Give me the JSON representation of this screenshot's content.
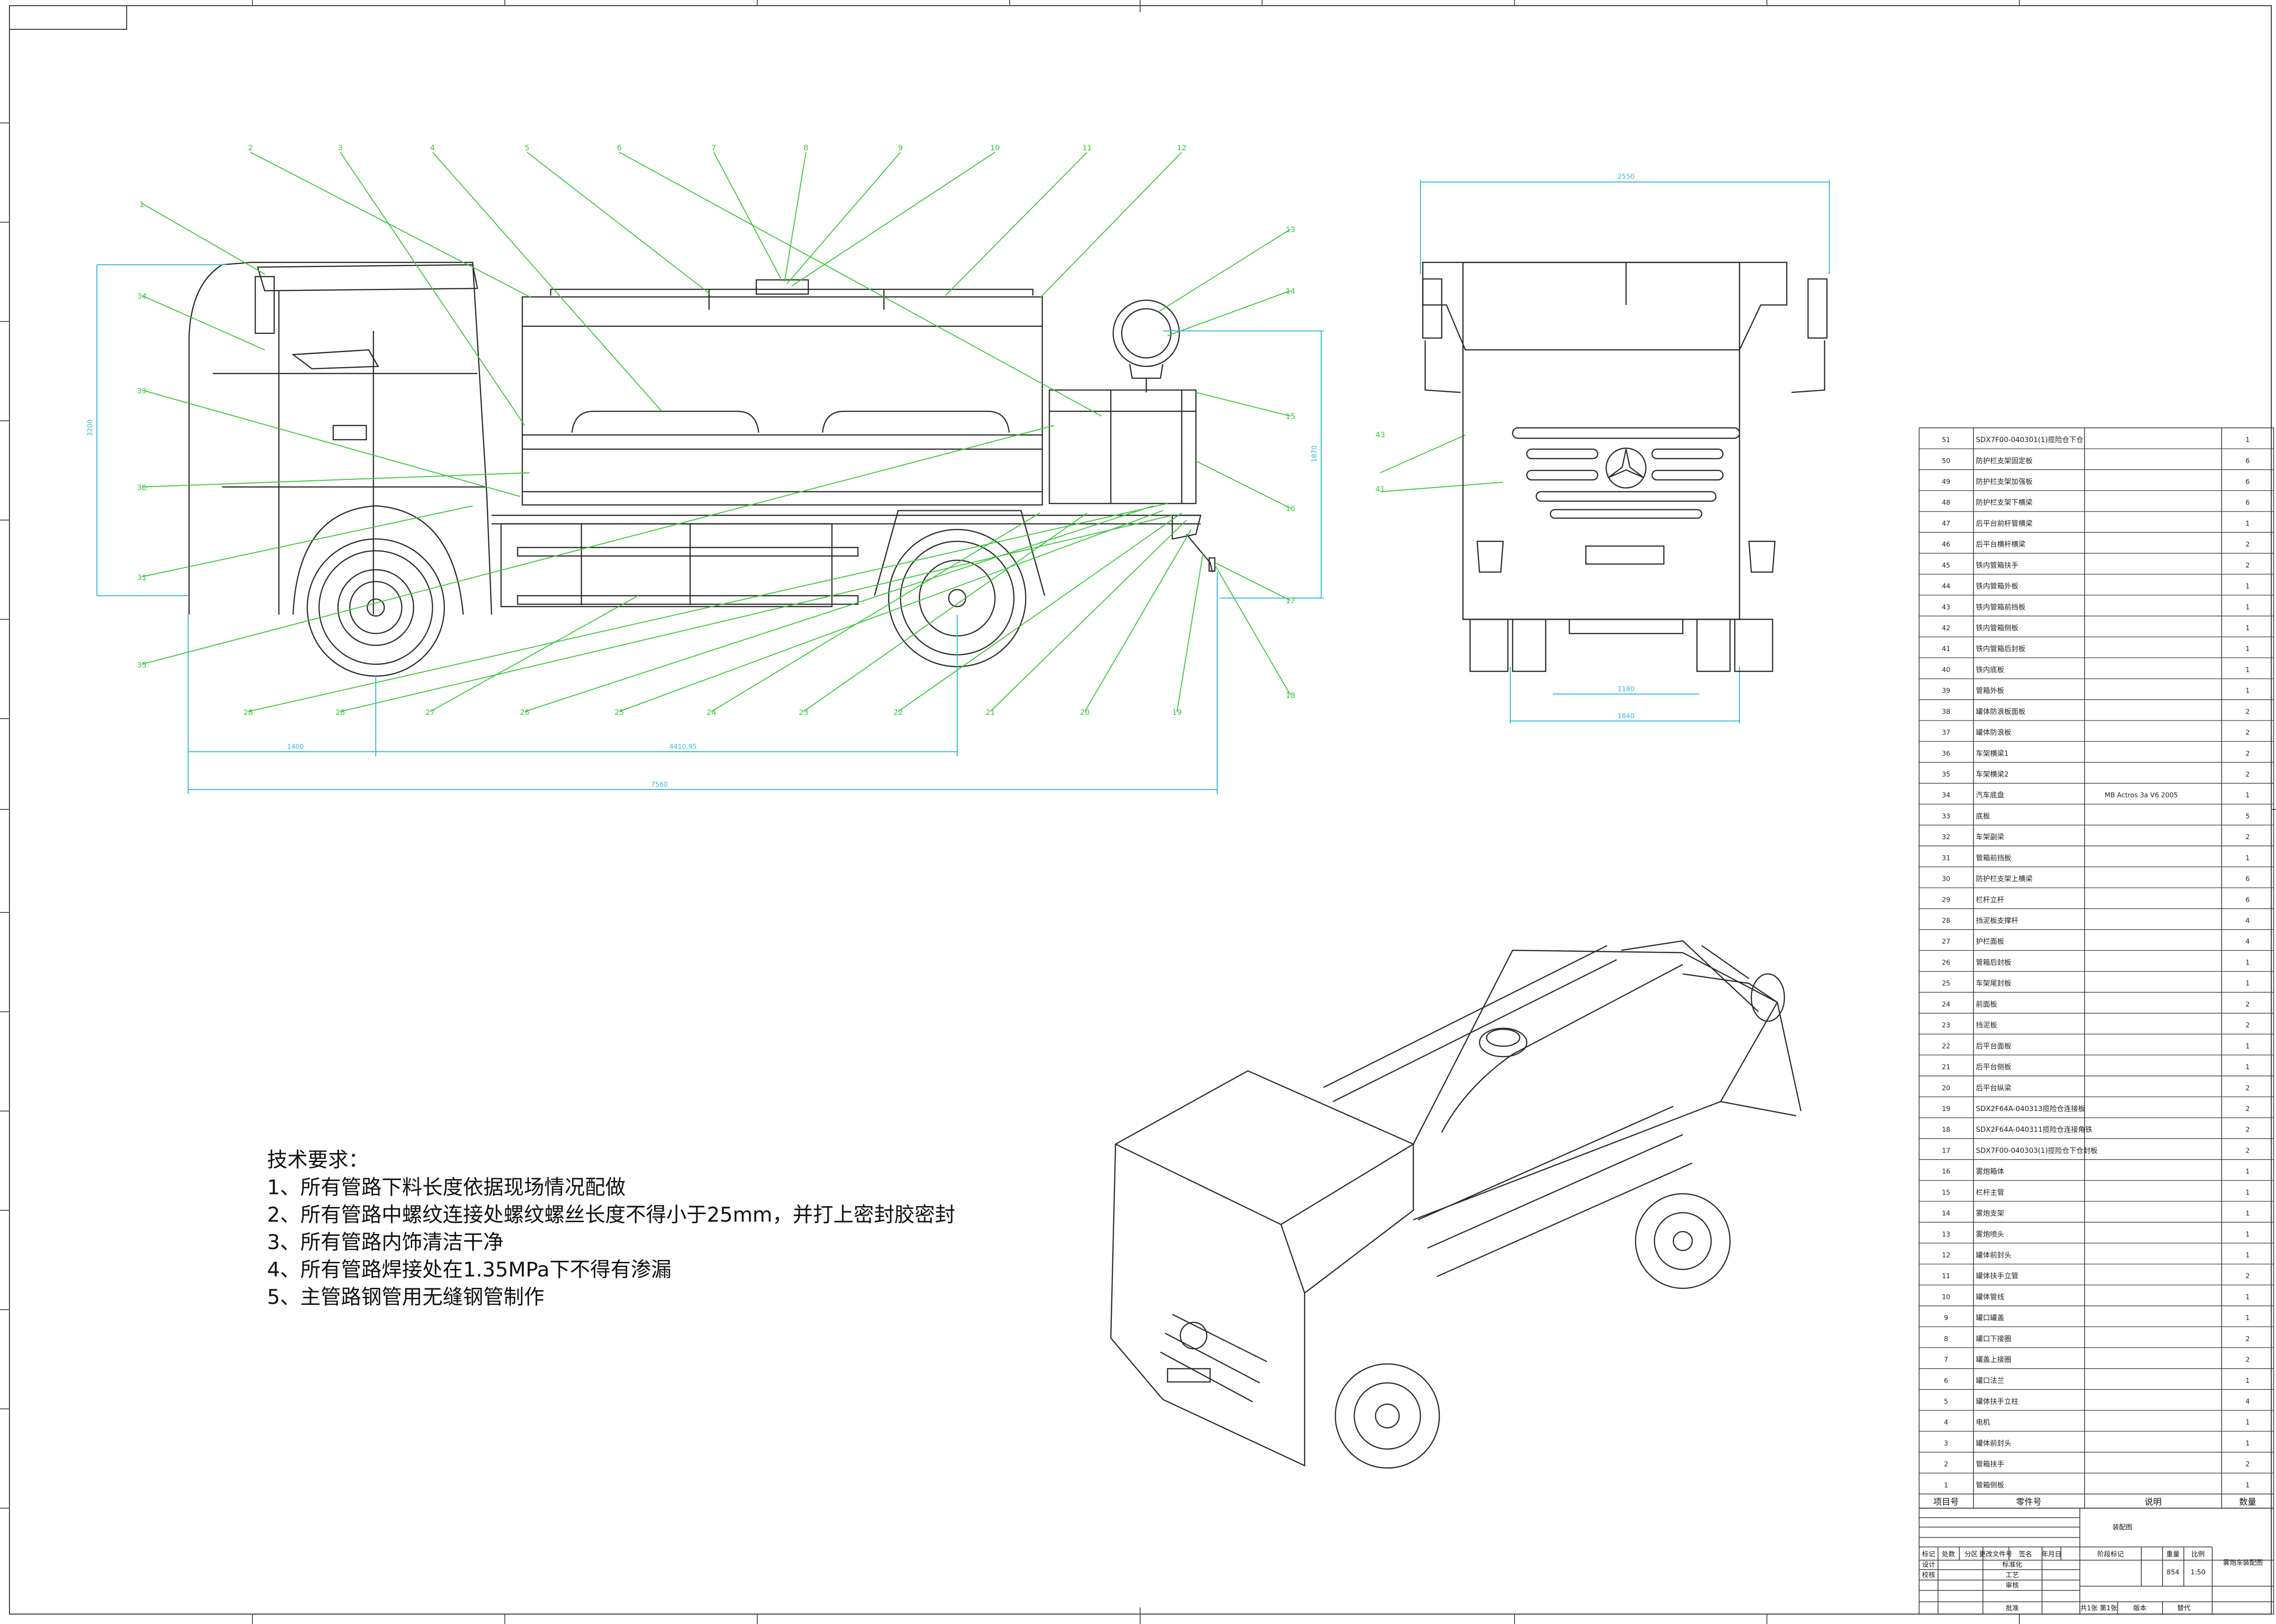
{
  "tech_requirements": {
    "title": "技术要求：",
    "items": [
      "1、所有管路下料长度依据现场情况配做",
      "2、所有管路中螺纹连接处螺纹螺丝长度不得小于25mm，并打上密封胶密封",
      "3、所有管路内饰清洁干净",
      "4、所有管路焊接处在1.35MPa下不得有渗漏",
      "5、主管路钢管用无缝钢管制作"
    ]
  },
  "side_view": {
    "balloons_top": [
      "2",
      "3",
      "4",
      "5",
      "6",
      "7",
      "8",
      "9",
      "10",
      "11",
      "12"
    ],
    "balloons_left": [
      "1",
      "34",
      "33",
      "30",
      "31",
      "35"
    ],
    "balloons_right": [
      "13",
      "14",
      "15",
      "16",
      "17",
      "18"
    ],
    "balloons_bottom": [
      "28",
      "28",
      "27",
      "26",
      "25",
      "24",
      "23",
      "22",
      "21",
      "20",
      "19"
    ],
    "dims": {
      "wheelbase_front": "1400",
      "wheelbase": "4410.95",
      "overall_length": "7560",
      "height": "3200",
      "rear_height": "1870"
    }
  },
  "front_view": {
    "balloons": [
      "43",
      "41"
    ],
    "dims": {
      "width": "2550",
      "track_inner": "1180",
      "track_outer": "1840"
    }
  },
  "bom": {
    "headers": [
      "项目号",
      "零件号",
      "说明",
      "数量"
    ],
    "rows": [
      {
        "no": "51",
        "name": "SDX7F00-040301(1)揽险仓下仓",
        "note": "",
        "qty": "1"
      },
      {
        "no": "50",
        "name": "防护栏支架固定板",
        "note": "",
        "qty": "6"
      },
      {
        "no": "49",
        "name": "防护栏支架加强板",
        "note": "",
        "qty": "6"
      },
      {
        "no": "48",
        "name": "防护栏支架下横梁",
        "note": "",
        "qty": "6"
      },
      {
        "no": "47",
        "name": "后平台前杆管横梁",
        "note": "",
        "qty": "1"
      },
      {
        "no": "46",
        "name": "后平台横杆横梁",
        "note": "",
        "qty": "2"
      },
      {
        "no": "45",
        "name": "铁内管箱扶手",
        "note": "",
        "qty": "2"
      },
      {
        "no": "44",
        "name": "铁内管箱外板",
        "note": "",
        "qty": "1"
      },
      {
        "no": "43",
        "name": "铁内管箱前挡板",
        "note": "",
        "qty": "1"
      },
      {
        "no": "42",
        "name": "铁内管箱侧板",
        "note": "",
        "qty": "1"
      },
      {
        "no": "41",
        "name": "铁内管箱后封板",
        "note": "",
        "qty": "1"
      },
      {
        "no": "40",
        "name": "铁内底板",
        "note": "",
        "qty": "1"
      },
      {
        "no": "39",
        "name": "管箱外板",
        "note": "",
        "qty": "1"
      },
      {
        "no": "38",
        "name": "罐体防浪板面板",
        "note": "",
        "qty": "2"
      },
      {
        "no": "37",
        "name": "罐体防浪板",
        "note": "",
        "qty": "2"
      },
      {
        "no": "36",
        "name": "车架横梁1",
        "note": "",
        "qty": "2"
      },
      {
        "no": "35",
        "name": "车架横梁2",
        "note": "",
        "qty": "2"
      },
      {
        "no": "34",
        "name": "汽车底盘",
        "note": "MB Actros 3a V6 2005",
        "qty": "1"
      },
      {
        "no": "33",
        "name": "底板",
        "note": "",
        "qty": "5"
      },
      {
        "no": "32",
        "name": "车架副梁",
        "note": "",
        "qty": "2"
      },
      {
        "no": "31",
        "name": "管箱前挡板",
        "note": "",
        "qty": "1"
      },
      {
        "no": "30",
        "name": "防护栏支架上横梁",
        "note": "",
        "qty": "6"
      },
      {
        "no": "29",
        "name": "栏杆立杆",
        "note": "",
        "qty": "6"
      },
      {
        "no": "28",
        "name": "挡泥板支撑杆",
        "note": "",
        "qty": "4"
      },
      {
        "no": "27",
        "name": "护栏面板",
        "note": "",
        "qty": "4"
      },
      {
        "no": "26",
        "name": "管箱后封板",
        "note": "",
        "qty": "1"
      },
      {
        "no": "25",
        "name": "车架尾封板",
        "note": "",
        "qty": "1"
      },
      {
        "no": "24",
        "name": "前面板",
        "note": "",
        "qty": "2"
      },
      {
        "no": "23",
        "name": "挡泥板",
        "note": "",
        "qty": "2"
      },
      {
        "no": "22",
        "name": "后平台面板",
        "note": "",
        "qty": "1"
      },
      {
        "no": "21",
        "name": "后平台侧板",
        "note": "",
        "qty": "1"
      },
      {
        "no": "20",
        "name": "后平台纵梁",
        "note": "",
        "qty": "2"
      },
      {
        "no": "19",
        "name": "SDX2F64A-040313揽险仓连接板",
        "note": "",
        "qty": "2"
      },
      {
        "no": "18",
        "name": "SDX2F64A-040311揽险仓连接角铁",
        "note": "",
        "qty": "2"
      },
      {
        "no": "17",
        "name": "SDX7F00-040303(1)揽险仓下仓封板",
        "note": "",
        "qty": "2"
      },
      {
        "no": "16",
        "name": "雾炮箱体",
        "note": "",
        "qty": "1"
      },
      {
        "no": "15",
        "name": "栏杆主管",
        "note": "",
        "qty": "1"
      },
      {
        "no": "14",
        "name": "雾炮支架",
        "note": "",
        "qty": "1"
      },
      {
        "no": "13",
        "name": "雾炮喷头",
        "note": "",
        "qty": "1"
      },
      {
        "no": "12",
        "name": "罐体前封头",
        "note": "",
        "qty": "1"
      },
      {
        "no": "11",
        "name": "罐体扶手立管",
        "note": "",
        "qty": "2"
      },
      {
        "no": "10",
        "name": "罐体管线",
        "note": "",
        "qty": "1"
      },
      {
        "no": "9",
        "name": "罐口罐盖",
        "note": "",
        "qty": "1"
      },
      {
        "no": "8",
        "name": "罐口下接圈",
        "note": "",
        "qty": "2"
      },
      {
        "no": "7",
        "name": "罐盖上接圈",
        "note": "",
        "qty": "2"
      },
      {
        "no": "6",
        "name": "罐口法兰",
        "note": "",
        "qty": "1"
      },
      {
        "no": "5",
        "name": "罐体扶手立柱",
        "note": "",
        "qty": "4"
      },
      {
        "no": "4",
        "name": "电机",
        "note": "",
        "qty": "1"
      },
      {
        "no": "3",
        "name": "罐体前封头",
        "note": "",
        "qty": "1"
      },
      {
        "no": "2",
        "name": "管箱扶手",
        "note": "",
        "qty": "2"
      },
      {
        "no": "1",
        "name": "管箱侧板",
        "note": "",
        "qty": "1"
      }
    ]
  },
  "title_block": {
    "assembly": "装配图",
    "drawing_name": "雾炮车装配图",
    "headers": [
      "标记",
      "处数",
      "分区",
      "更改文件号",
      "签名",
      "年月日"
    ],
    "stage_labels": [
      "阶段标记",
      "重量",
      "比例"
    ],
    "weight": "854",
    "scale": "1:50",
    "roles": [
      "设计",
      "校核",
      "标准化",
      "工艺",
      "审核",
      "批准"
    ],
    "sheet_info": "共1张 第1张",
    "version": "版本",
    "replaces": "替代"
  },
  "colors": {
    "line": "#2a2a2a",
    "leader": "#39c63a",
    "dim": "#33b8d8"
  }
}
